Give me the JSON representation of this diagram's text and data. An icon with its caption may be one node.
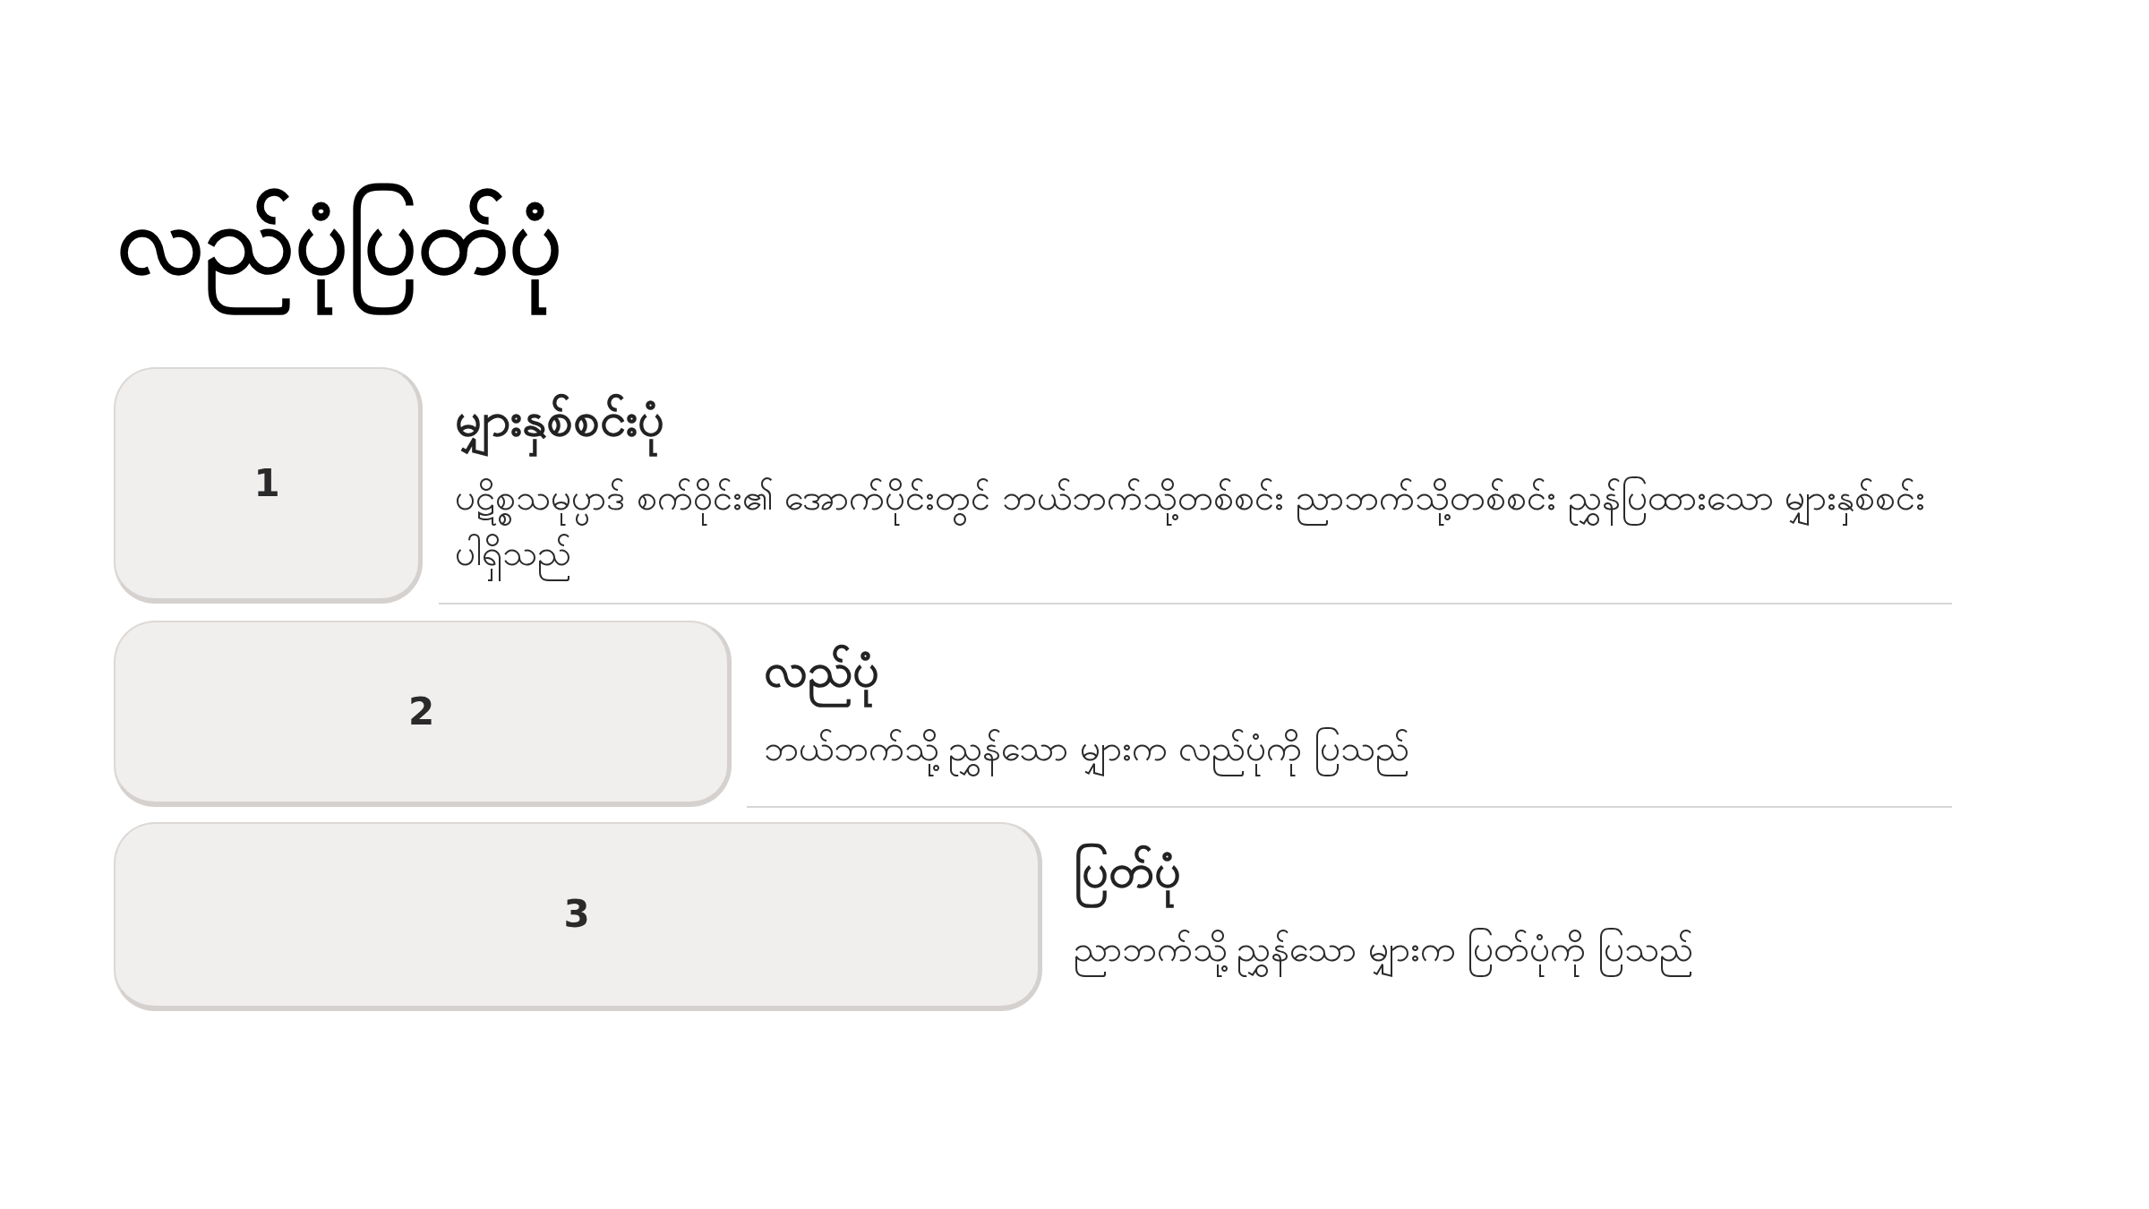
{
  "diagram": {
    "title": "လည်ပုံပြတ်ပုံ",
    "nodes": [
      {
        "text": [
          "1"
        ],
        "beside": [
          "မျှားနှစ်စင်းပုံ",
          "ပဋိစ္စသမုပ္ပာဒ် စက်ဝိုင်း၏ အောက်ပိုင်းတွင် ဘယ်ဘက်သို့တစ်စင်း ညာဘက်သို့တစ်စင်း ညွှန်ပြထားသော မျှားနှစ်စင်း ပါရှိသည်"
        ]
      },
      {
        "text": [
          "2"
        ],
        "beside": [
          "လည်ပုံ",
          "ဘယ်ဘက်သို့ညွှန်သော မျှားက လည်ပုံကို ပြသည်"
        ]
      },
      {
        "text": [
          "3"
        ],
        "beside": [
          "ပြတ်ပုံ",
          "ညာဘက်သို့ညွှန်သော မျှားက ပြတ်ပုံကို ပြသည်"
        ]
      }
    ]
  }
}
